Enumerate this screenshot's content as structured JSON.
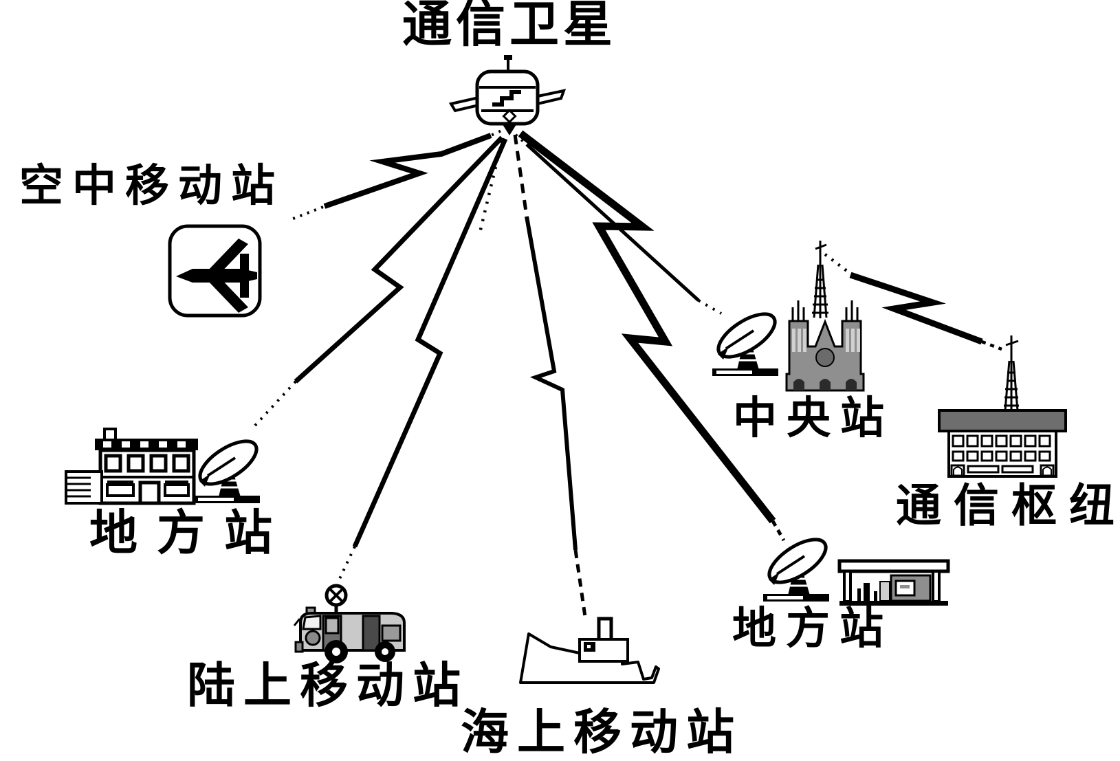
{
  "labels": {
    "satellite": "通信卫星",
    "air_mobile": "空中移动站",
    "local_left": "地方站",
    "land_mobile": "陆上移动站",
    "sea_mobile": "海上移动站",
    "central": "中央站",
    "hub": "通信枢纽",
    "local_right": "地方站"
  },
  "diagram": {
    "type": "satellite-communication-network",
    "nodes": [
      "satellite",
      "air_mobile",
      "local_left",
      "land_mobile",
      "sea_mobile",
      "central",
      "hub",
      "local_right"
    ],
    "connections": [
      {
        "from": "satellite",
        "to": "air_mobile",
        "line": "solid with lightning bolt, dotted ends"
      },
      {
        "from": "satellite",
        "to": "local_left",
        "line": "solid with lightning bolt, dotted tail"
      },
      {
        "from": "satellite",
        "to": "land_mobile",
        "line": "solid with lightning bolt, dotted tail"
      },
      {
        "from": "satellite",
        "to": "sea_mobile",
        "line": "dashed lead, solid with small lightning bolt, dashed tail"
      },
      {
        "from": "satellite",
        "to": "central",
        "line": "thin solid, dotted tail to dish"
      },
      {
        "from": "satellite",
        "to": "local_right",
        "line": "thick double lightning bolt, dashed tail"
      },
      {
        "from": "satellite",
        "to": null,
        "line": "short dotted beam that fades out"
      },
      {
        "from": "central",
        "to": "hub",
        "line": "dotted lead, lightning bolt, dashed tail"
      }
    ]
  },
  "colors": {
    "ink": "#000000",
    "background": "#ffffff",
    "building_gray": "#8f8f8f",
    "roof_gray": "#6e6e6e",
    "truck_gray": "#c9c9c9"
  }
}
